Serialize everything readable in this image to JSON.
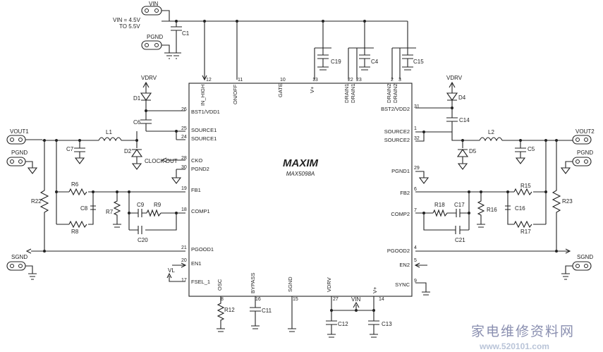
{
  "supply": {
    "vin_label": "VIN",
    "vin_range_line1": "VIN = 4.5V",
    "vin_range_line2": "TO 5.5V",
    "pgnd_label": "PGND"
  },
  "chip": {
    "logo": "MAXIM",
    "part": "MAX5098A",
    "top_pins": [
      {
        "num": "12",
        "name": "IN_HIGH"
      },
      {
        "num": "11",
        "name": "ON/OFF"
      },
      {
        "num": "10",
        "name": "GATE"
      },
      {
        "num": "13",
        "name": "V+"
      },
      {
        "num": "22",
        "name": "DRAIN1"
      },
      {
        "num": "23",
        "name": "DRAIN1"
      },
      {
        "num": "2",
        "name": "DRAIN2"
      },
      {
        "num": "3",
        "name": "DRAIN2"
      }
    ],
    "left_pins": [
      {
        "num": "26",
        "name": "BST1/VDD1"
      },
      {
        "num": "25",
        "name": "SOURCE1"
      },
      {
        "num": "24",
        "name": "SOURCE1"
      },
      {
        "num": "28",
        "name": "CKO"
      },
      {
        "num": "30",
        "name": "PGND2"
      },
      {
        "num": "19",
        "name": "FB1"
      },
      {
        "num": "18",
        "name": "COMP1"
      },
      {
        "num": "21",
        "name": "PGOOD1"
      },
      {
        "num": "20",
        "name": "EN1"
      },
      {
        "num": "17",
        "name": "FSEL_1"
      }
    ],
    "right_pins": [
      {
        "num": "31",
        "name": "BST2/VDD2"
      },
      {
        "num": "1",
        "name": "SOURCE2"
      },
      {
        "num": "32",
        "name": "SOURCE2"
      },
      {
        "num": "29",
        "name": "PGND1"
      },
      {
        "num": "6",
        "name": "FB2"
      },
      {
        "num": "7",
        "name": "COMP2"
      },
      {
        "num": "4",
        "name": "PGOOD2"
      },
      {
        "num": "5",
        "name": "EN2"
      },
      {
        "num": "9",
        "name": "SYNC"
      }
    ],
    "bottom_pins": [
      {
        "num": "8",
        "name": "OSC"
      },
      {
        "num": "16",
        "name": "BYPASS"
      },
      {
        "num": "15",
        "name": "SGND"
      },
      {
        "num": "27",
        "name": "VDRV"
      },
      {
        "num": "14",
        "name": "V+"
      }
    ]
  },
  "components": {
    "c1": "C1",
    "c4": "C4",
    "c5": "C5",
    "c6": "C6",
    "c7": "C7",
    "c8": "C8",
    "c9": "C9",
    "c11": "C11",
    "c12": "C12",
    "c13": "C13",
    "c14": "C14",
    "c15": "C15",
    "c16": "C16",
    "c17": "C17",
    "c19": "C19",
    "c20": "C20",
    "c21": "C21",
    "r6": "R6",
    "r7": "R7",
    "r8": "R8",
    "r9": "R9",
    "r12": "R12",
    "r15": "R15",
    "r16": "R16",
    "r17": "R17",
    "r18": "R18",
    "r22": "R22",
    "r23": "R23",
    "l1": "L1",
    "l2": "L2",
    "d1": "D1",
    "d2": "D2",
    "d4": "D4",
    "d5": "D5"
  },
  "nets": {
    "vdrv": "VDRV",
    "vdrv2": "VDRV",
    "vout1": "VOUT1",
    "vout2": "VOUT2",
    "pgnd_left": "PGND",
    "pgnd_right": "PGND",
    "sgnd_left": "SGND",
    "sgnd_right": "SGND",
    "clock_out": "CLOCK OUT",
    "vl": "VL",
    "vin_bottom": "VIN"
  },
  "watermark": {
    "cn": "家电维修资料网",
    "url": "www.520101.com"
  }
}
